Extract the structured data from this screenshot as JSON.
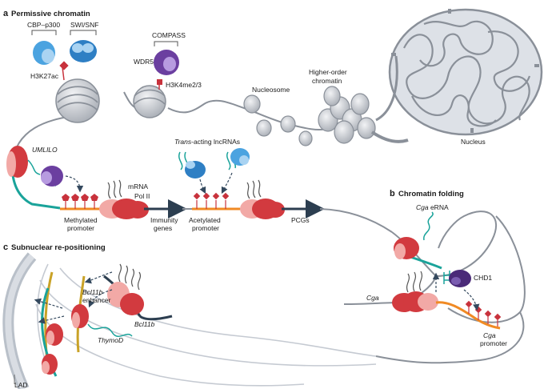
{
  "panels": {
    "a": {
      "letter": "a",
      "title": "Permissive chromatin"
    },
    "b": {
      "letter": "b",
      "title": "Chromatin folding"
    },
    "c": {
      "letter": "c",
      "title": "Subnuclear re-positioning"
    }
  },
  "labels": {
    "cbp_p300": "CBP–p300",
    "swi_snf": "SWI/SNF",
    "h3k27ac": "H3K27ac",
    "compass": "COMPASS",
    "wdr5": "WDR5",
    "h3k4me": "H3K4me2/3",
    "nucleosome": "Nucleosome",
    "higher_order_1": "Higher-order",
    "higher_order_2": "chromatin",
    "nucleus": "Nucleus",
    "umlilo": "UMLILO",
    "trans_acting_italic": "Trans",
    "trans_acting_rest": "-acting lncRNAs",
    "mrna": "mRNA",
    "pol2": "Pol II",
    "methylated_1": "Methylated",
    "methylated_2": "promoter",
    "immunity_1": "Immunity",
    "immunity_2": "genes",
    "acetylated_1": "Acetylated",
    "acetylated_2": "promoter",
    "pcgs": "PCGs",
    "cga_erna_italic": "Cga",
    "cga_erna_rest": " eRNA",
    "chd1": "CHD1",
    "cga": "Cga",
    "cga_promoter_1": "Cga",
    "cga_promoter_2": "promoter",
    "bcl11b_enh_1": "Bcl11b",
    "bcl11b_enh_2": "enhancer",
    "thymod": "ThymoD",
    "bcl11b": "Bcl11b",
    "lad": "LAD"
  },
  "colors": {
    "dna": "#8a9099",
    "pol_dark": "#d23a3f",
    "pol_light": "#f2a9a6",
    "teal": "#1aa39a",
    "orange": "#f08a24",
    "mark": "#c8323c",
    "purple": "#6b3fa0",
    "blue": "#3d8fd1",
    "light_blue": "#a9d3f2",
    "gold": "#c9a227",
    "nucleus_fill": "#d9dde3",
    "histone": "#c9ccd2"
  }
}
